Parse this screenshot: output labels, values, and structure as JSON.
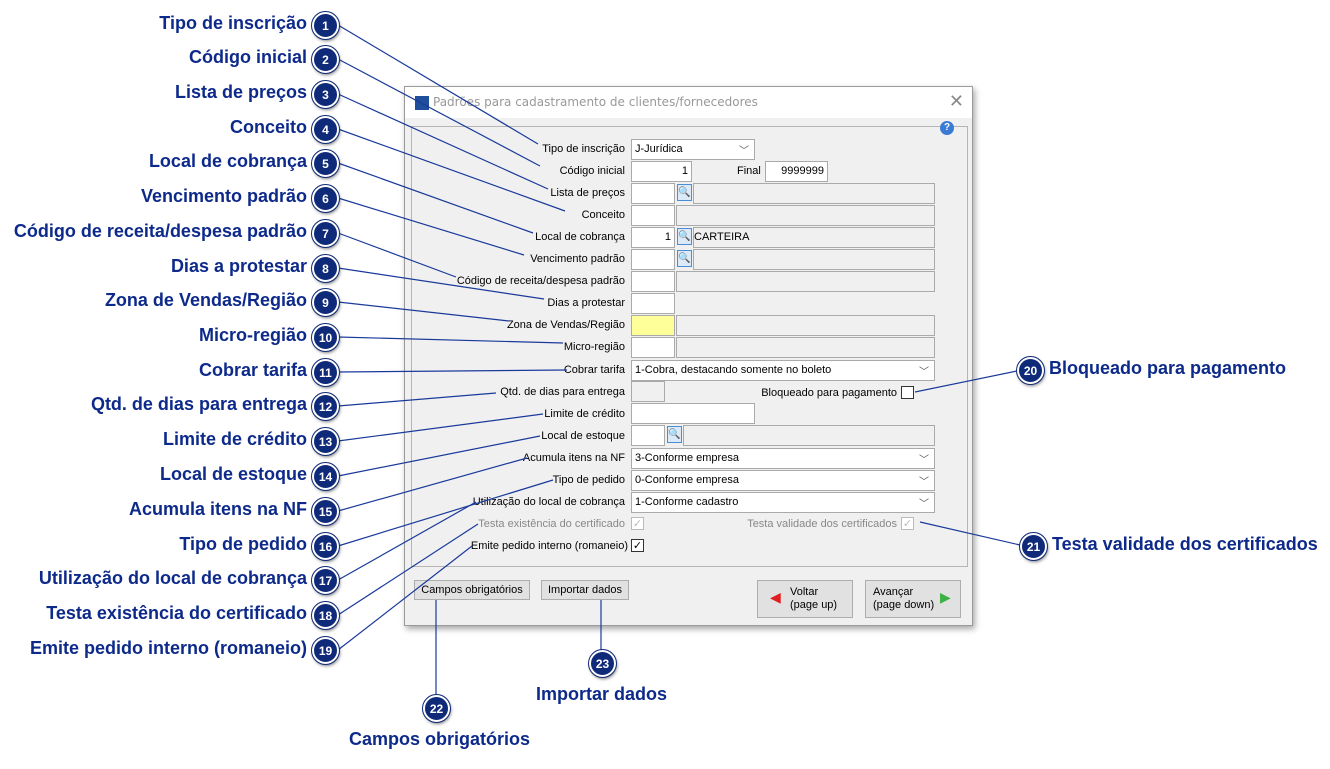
{
  "dialog": {
    "title": "Padrões para cadastramento de clientes/fornecedores"
  },
  "form": {
    "tipo_inscricao": {
      "label": "Tipo de inscrição",
      "value": "J-Jurídica"
    },
    "codigo_inicial": {
      "label": "Código inicial",
      "value": "1",
      "final_label": "Final",
      "final_value": "9999999"
    },
    "lista_precos": {
      "label": "Lista de preços",
      "value": "",
      "desc": ""
    },
    "conceito": {
      "label": "Conceito",
      "value": ""
    },
    "local_cobranca": {
      "label": "Local de cobrança",
      "value": "1",
      "desc": "CARTEIRA"
    },
    "vencimento_padrao": {
      "label": "Vencimento padrão",
      "value": ""
    },
    "codigo_receita": {
      "label": "Código de receita/despesa padrão",
      "value": ""
    },
    "dias_protestar": {
      "label": "Dias a protestar",
      "value": ""
    },
    "zona_vendas": {
      "label": "Zona de Vendas/Região",
      "value": ""
    },
    "micro_regiao": {
      "label": "Micro-região",
      "value": ""
    },
    "cobrar_tarifa": {
      "label": "Cobrar tarifa",
      "value": "1-Cobra, destacando somente no boleto"
    },
    "qtd_dias_entrega": {
      "label": "Qtd. de dias para entrega",
      "value": ""
    },
    "bloqueado_pagamento": {
      "label": "Bloqueado para pagamento",
      "checked": false
    },
    "limite_credito": {
      "label": "Limite de crédito",
      "value": ""
    },
    "local_estoque": {
      "label": "Local de estoque",
      "value": ""
    },
    "acumula_itens": {
      "label": "Acumula itens na NF",
      "value": "3-Conforme empresa"
    },
    "tipo_pedido": {
      "label": "Tipo de pedido",
      "value": "0-Conforme empresa"
    },
    "utilizacao_local": {
      "label": "Utilização do local de cobrança",
      "value": "1-Conforme cadastro"
    },
    "testa_existencia": {
      "label": "Testa existência do certificado",
      "checked": true,
      "disabled": true
    },
    "testa_validade": {
      "label": "Testa validade dos certificados",
      "checked": true,
      "disabled": true
    },
    "emite_pedido": {
      "label": "Emite pedido interno (romaneio)",
      "checked": true
    }
  },
  "buttons": {
    "campos": "Campos obrigatórios",
    "importar": "Importar dados",
    "voltar": "Voltar",
    "voltar_sub": "(page up)",
    "avancar": "Avançar",
    "avancar_sub": "(page down)"
  },
  "callouts": [
    {
      "n": "1",
      "label": "Tipo de inscrição"
    },
    {
      "n": "2",
      "label": "Código inicial"
    },
    {
      "n": "3",
      "label": "Lista de preços"
    },
    {
      "n": "4",
      "label": "Conceito"
    },
    {
      "n": "5",
      "label": "Local de cobrança"
    },
    {
      "n": "6",
      "label": "Vencimento padrão"
    },
    {
      "n": "7",
      "label": "Código de receita/despesa padrão"
    },
    {
      "n": "8",
      "label": "Dias a protestar"
    },
    {
      "n": "9",
      "label": "Zona de Vendas/Região"
    },
    {
      "n": "10",
      "label": "Micro-região"
    },
    {
      "n": "11",
      "label": "Cobrar tarifa"
    },
    {
      "n": "12",
      "label": "Qtd. de dias para entrega"
    },
    {
      "n": "13",
      "label": "Limite de crédito"
    },
    {
      "n": "14",
      "label": "Local de estoque"
    },
    {
      "n": "15",
      "label": "Acumula itens na NF"
    },
    {
      "n": "16",
      "label": "Tipo de pedido"
    },
    {
      "n": "17",
      "label": "Utilização do local de cobrança"
    },
    {
      "n": "18",
      "label": "Testa existência do certificado"
    },
    {
      "n": "19",
      "label": "Emite pedido interno (romaneio)"
    },
    {
      "n": "20",
      "label": "Bloqueado para pagamento"
    },
    {
      "n": "21",
      "label": "Testa validade dos certificados"
    },
    {
      "n": "22",
      "label": "Campos obrigatórios"
    },
    {
      "n": "23",
      "label": "Importar dados"
    }
  ]
}
